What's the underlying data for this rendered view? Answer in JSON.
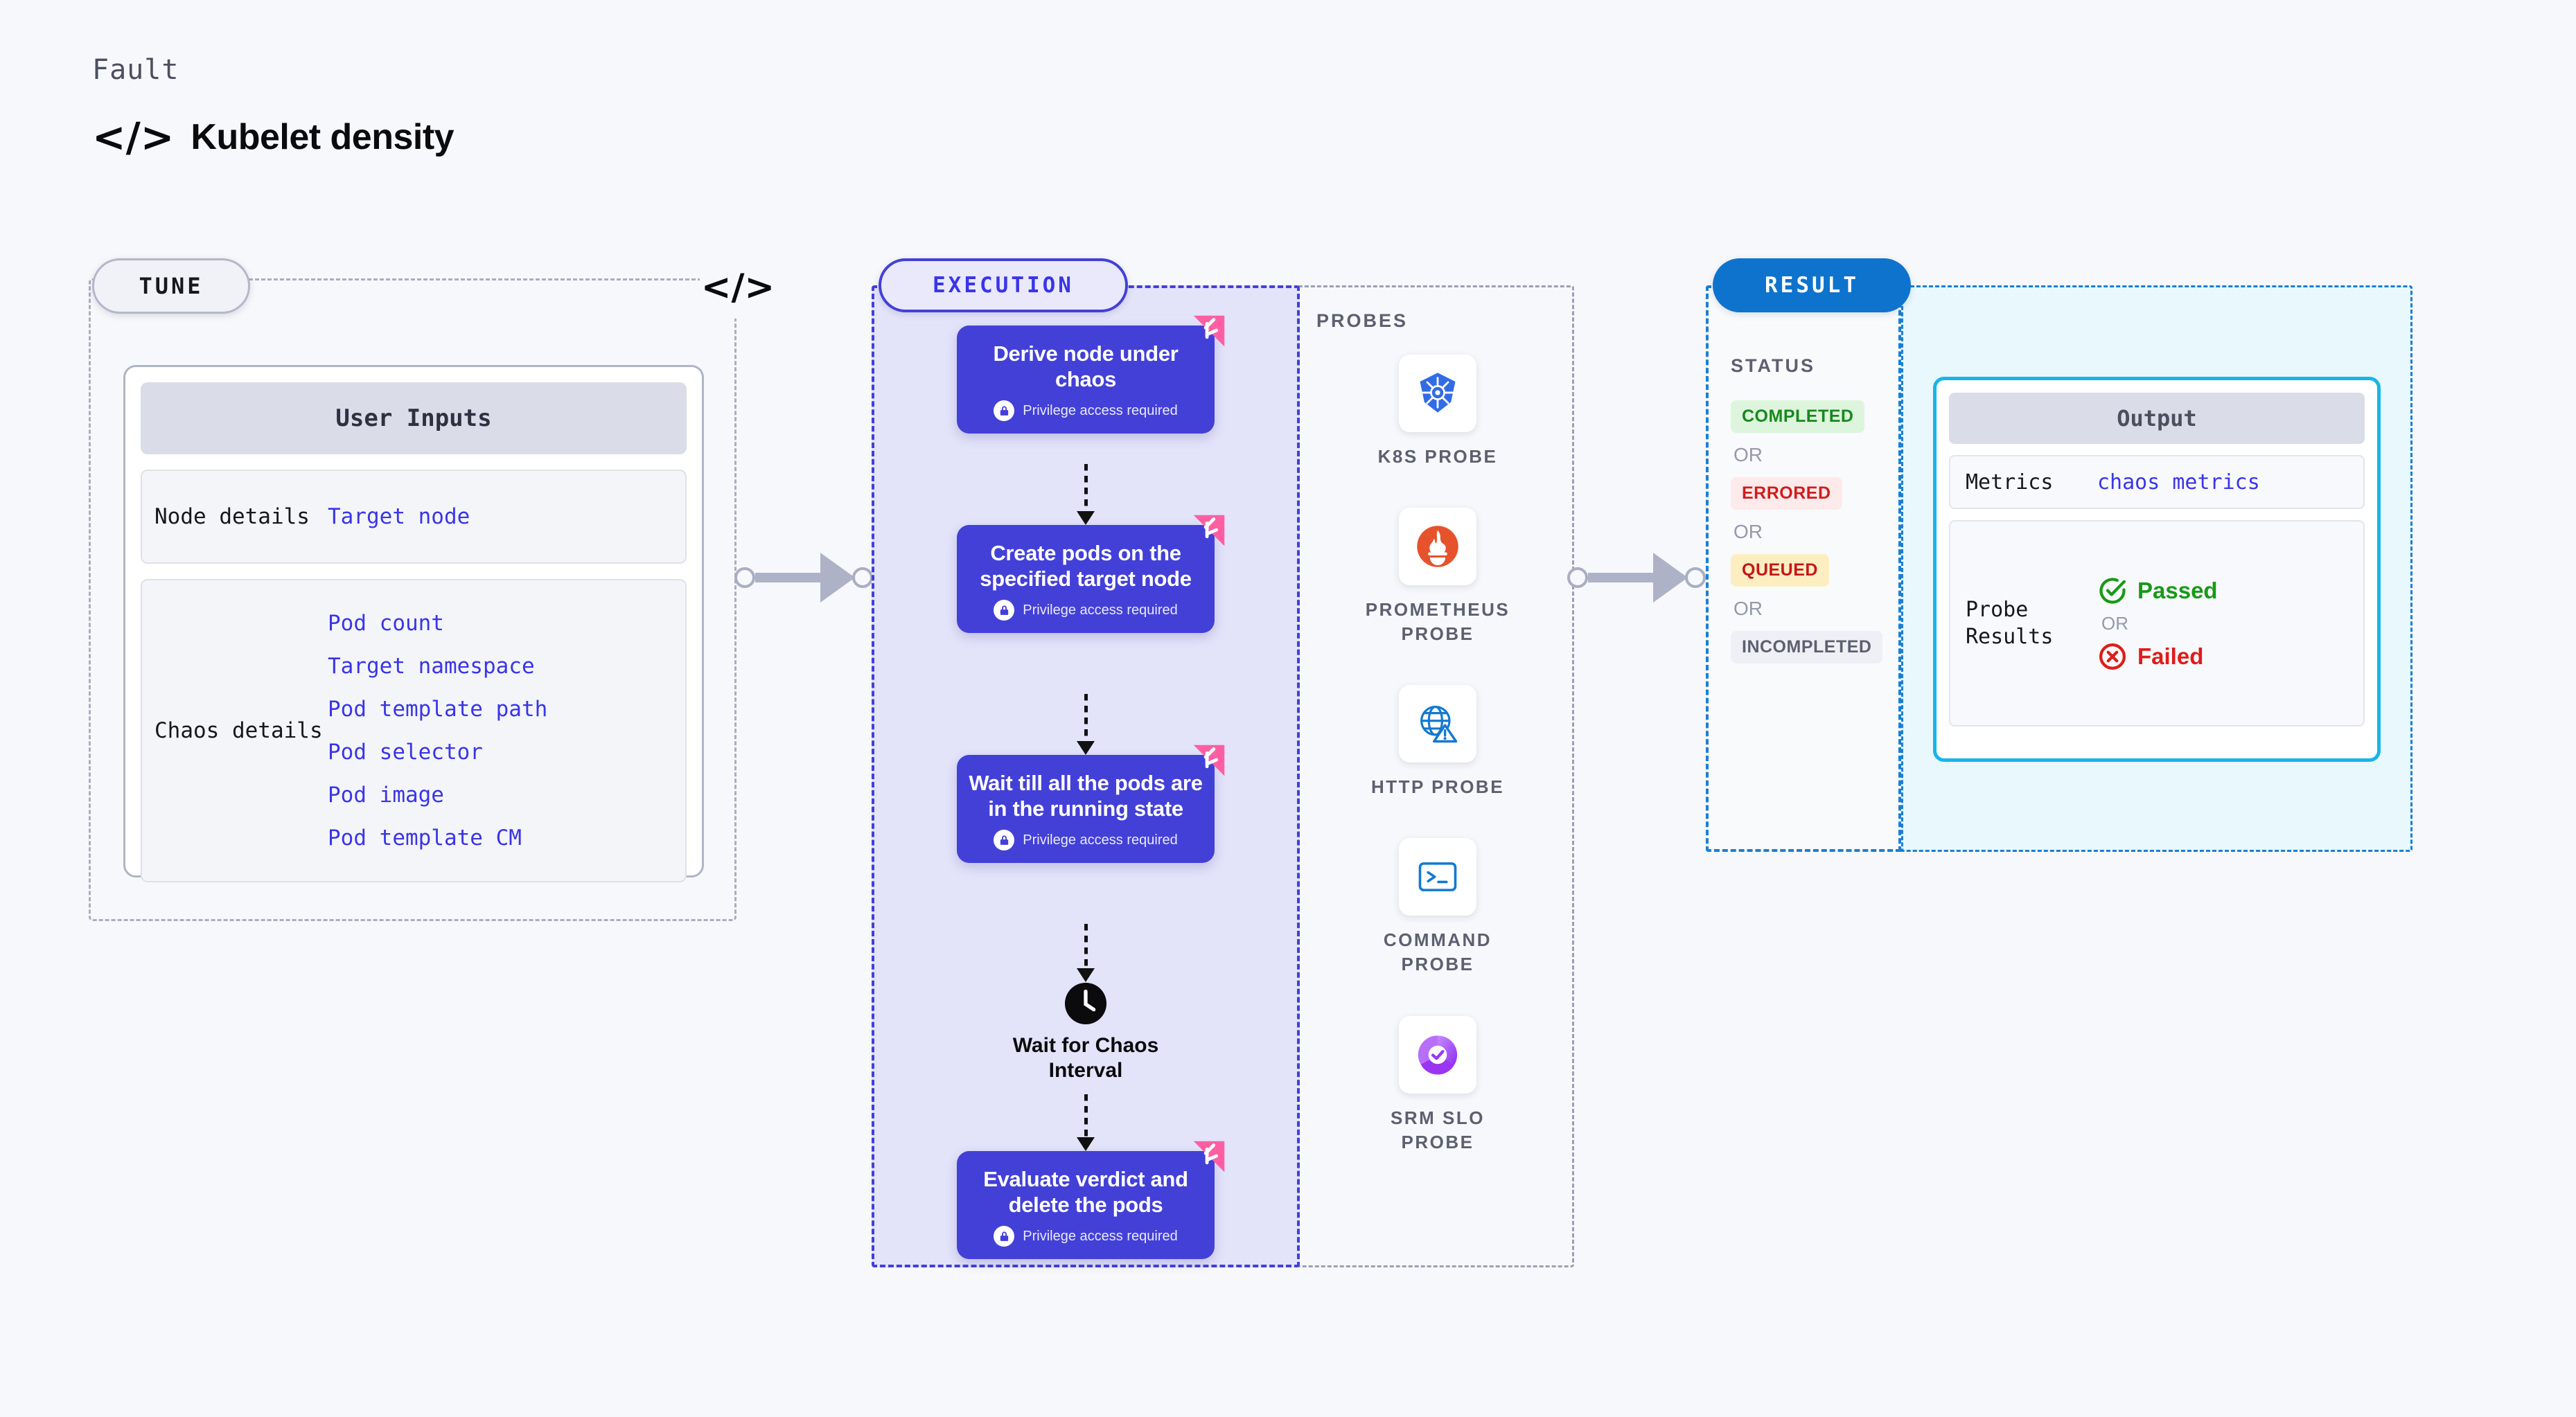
{
  "header": {
    "eyebrow": "Fault",
    "code_icon": "</>",
    "title": "Kubelet density"
  },
  "tune": {
    "pill_label": "TUNE",
    "code_badge_icon": "</>",
    "card_title": "User Inputs",
    "rows": [
      {
        "key": "Node details",
        "values": [
          "Target node"
        ]
      },
      {
        "key": "Chaos details",
        "values": [
          "Pod count",
          "Target namespace",
          "Pod template path",
          "Pod selector",
          "Pod image",
          "Pod template CM"
        ]
      }
    ]
  },
  "execution": {
    "pill_label": "EXECUTION",
    "privilege_note": "Privilege access required",
    "steps": [
      {
        "title": "Derive node under chaos",
        "privileged": true
      },
      {
        "title": "Create pods on the specified target node",
        "privileged": true
      },
      {
        "title": "Wait till all the pods are in the running state",
        "privileged": true
      }
    ],
    "wait_node": {
      "label": "Wait for Chaos Interval",
      "icon": "clock-icon"
    },
    "final_step": {
      "title": "Evaluate verdict and delete the pods",
      "privileged": true
    }
  },
  "probes": {
    "label": "PROBES",
    "items": [
      {
        "name": "K8S PROBE",
        "icon": "kubernetes-icon"
      },
      {
        "name": "PROMETHEUS PROBE",
        "icon": "prometheus-icon"
      },
      {
        "name": "HTTP PROBE",
        "icon": "http-globe-icon"
      },
      {
        "name": "COMMAND PROBE",
        "icon": "terminal-icon"
      },
      {
        "name": "SRM SLO PROBE",
        "icon": "srm-slo-icon"
      }
    ]
  },
  "result": {
    "pill_label": "RESULT",
    "status_label": "STATUS",
    "or_label": "OR",
    "statuses": [
      {
        "label": "COMPLETED",
        "bg": "#ddf5dd",
        "fg": "#17891c"
      },
      {
        "label": "ERRORED",
        "bg": "#fdeaea",
        "fg": "#cf1c1c"
      },
      {
        "label": "QUEUED",
        "bg": "#fdeec2",
        "fg": "#c51717"
      },
      {
        "label": "INCOMPLETED",
        "bg": "#eef0f5",
        "fg": "#5c6070"
      }
    ],
    "output": {
      "title": "Output",
      "metrics_key": "Metrics",
      "metrics_value": "chaos metrics",
      "probe_results_key": "Probe Results",
      "passed_label": "Passed",
      "failed_label": "Failed",
      "or_label": "OR"
    }
  },
  "colors": {
    "accent_blue": "#4340d8",
    "result_blue": "#0e73cd",
    "output_cyan": "#18b5e8",
    "harness_pink": "#ff5fa2",
    "link_blue": "#3a35e8"
  }
}
